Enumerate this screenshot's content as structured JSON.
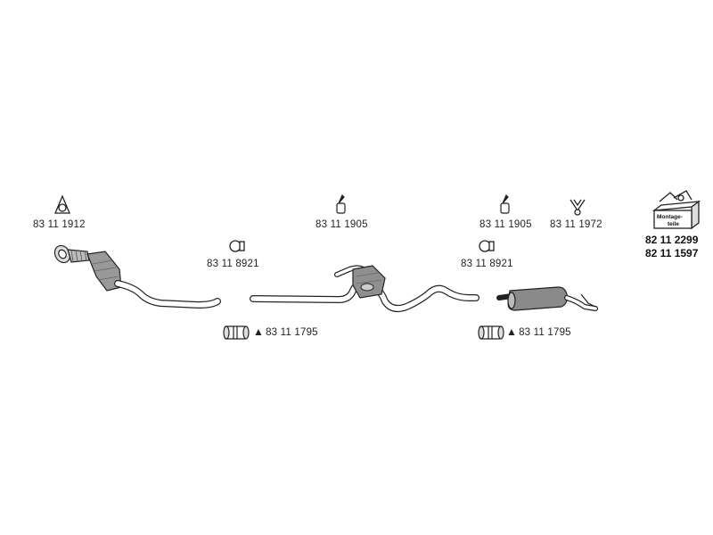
{
  "parts": {
    "gasket_front": "83 11 1912",
    "clamp_front": "83 11 8921",
    "clamp_rear": "83 11 8921",
    "hanger_mid": "83 11 1905",
    "hanger_rear": "83 11 1905",
    "rubber_mount": "83 11 1972",
    "sleeve_front": "83 11 1795",
    "sleeve_rear": "83 11 1795",
    "mounting_kit_1": "82 11 2299",
    "mounting_kit_2": "82 11 1597"
  },
  "symbols": {
    "warning": "▲"
  },
  "box_label": {
    "line1": "Montage-",
    "line2": "teile"
  }
}
